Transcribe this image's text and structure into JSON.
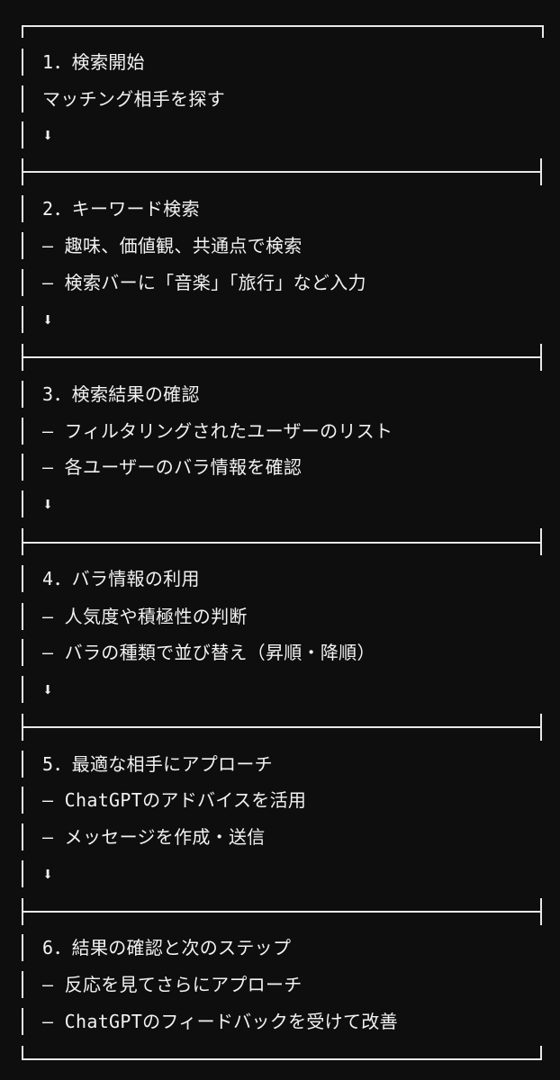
{
  "arrow_glyph": "⬇",
  "sections": [
    {
      "heading": "1．検索開始",
      "items": [
        "マッチング相手を探す"
      ],
      "has_arrow": true
    },
    {
      "heading": "2．キーワード検索",
      "items": [
        "– 趣味、価値観、共通点で検索",
        "– 検索バーに「音楽」「旅行」など入力"
      ],
      "has_arrow": true
    },
    {
      "heading": "3．検索結果の確認",
      "items": [
        "– フィルタリングされたユーザーのリスト",
        "– 各ユーザーのバラ情報を確認"
      ],
      "has_arrow": true
    },
    {
      "heading": "4．バラ情報の利用",
      "items": [
        "– 人気度や積極性の判断",
        "– バラの種類で並び替え（昇順・降順）"
      ],
      "has_arrow": true
    },
    {
      "heading": "5．最適な相手にアプローチ",
      "items": [
        "– ChatGPTのアドバイスを活用",
        "– メッセージを作成・送信"
      ],
      "has_arrow": true
    },
    {
      "heading": "6．結果の確認と次のステップ",
      "items": [
        "– 反応を見てさらにアプローチ",
        "– ChatGPTのフィードバックを受けて改善"
      ],
      "has_arrow": false
    }
  ],
  "colors": {
    "background": "#0e0e0e",
    "foreground": "#f2f2f2",
    "border": "#e8e8e8"
  }
}
